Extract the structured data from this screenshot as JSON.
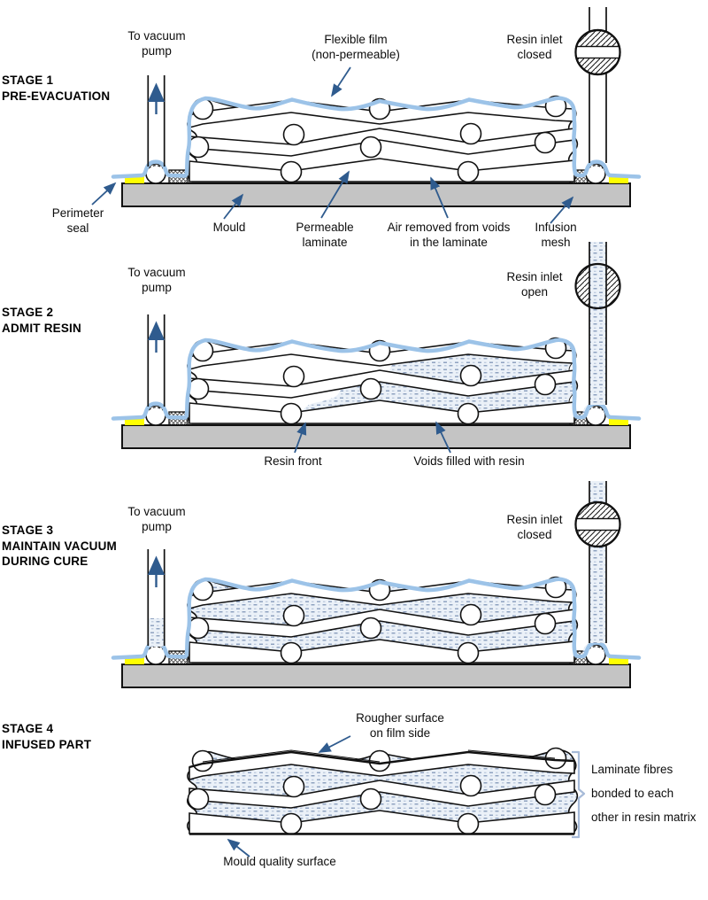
{
  "colors": {
    "film_blue": "#9CC3E8",
    "seal_yellow": "#FFFF00",
    "mould_grey": "#C4C4C4",
    "arrow_blue": "#2F5B8E",
    "resin_bg": "#EBF1F8",
    "resin_dash": "#8FA2C0",
    "bracket_blue": "#A6BAD8"
  },
  "stages": [
    {
      "title": "STAGE 1\nPRE-EVACUATION",
      "labels": {
        "to_vacuum_pump": "To vacuum\npump",
        "flexible_film": "Flexible film\n(non-permeable)",
        "resin_inlet": "Resin inlet\nclosed",
        "perimeter_seal": "Perimeter\nseal",
        "mould": "Mould",
        "permeable_laminate": "Permeable\nlaminate",
        "air_removed": "Air removed from voids\nin the laminate",
        "infusion_mesh": "Infusion\nmesh"
      }
    },
    {
      "title": "STAGE 2\nADMIT RESIN",
      "labels": {
        "to_vacuum_pump": "To vacuum\npump",
        "resin_inlet": "Resin inlet\nopen",
        "resin_front": "Resin front",
        "voids_filled": "Voids filled with resin"
      }
    },
    {
      "title": "STAGE 3\nMAINTAIN VACUUM\nDURING CURE",
      "labels": {
        "to_vacuum_pump": "To vacuum\npump",
        "resin_inlet": "Resin inlet\nclosed"
      }
    },
    {
      "title": "STAGE 4\nINFUSED PART",
      "labels": {
        "rougher_surface": "Rougher surface\non film side",
        "mould_quality": "Mould quality surface",
        "laminate_fibres": "Laminate fibres\nbonded to each\nother in resin matrix"
      }
    }
  ]
}
